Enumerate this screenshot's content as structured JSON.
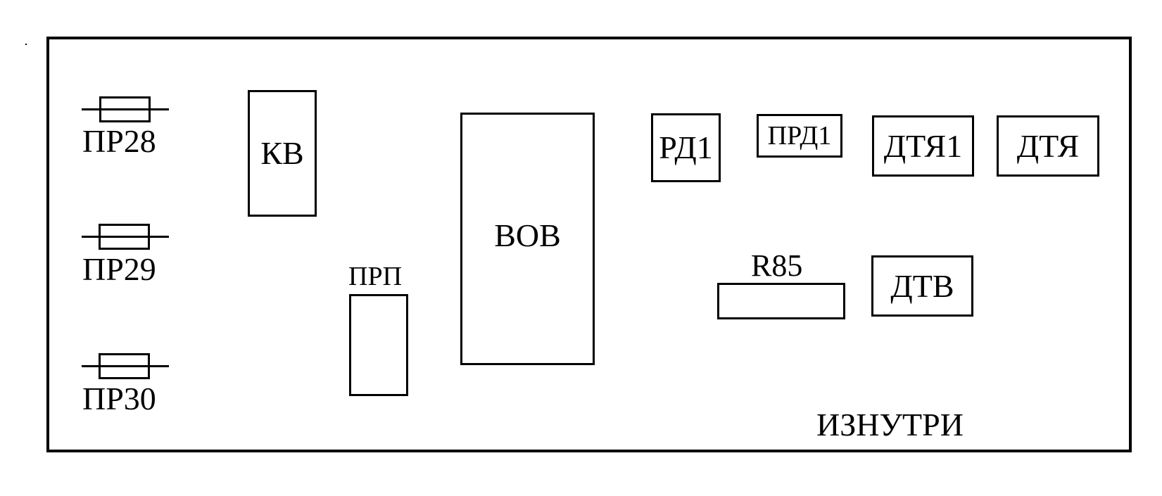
{
  "diagram": {
    "side_label": "ИЗНУТРИ",
    "fuses": [
      {
        "label": "ПР28"
      },
      {
        "label": "ПР29"
      },
      {
        "label": "ПР30"
      }
    ],
    "components": {
      "kv": "КВ",
      "prp": "ПРП",
      "vob": "ВОВ",
      "rd1": "РД1",
      "prd1": "ПРД1",
      "dtya1": "ДТЯ1",
      "dtya": "ДТЯ",
      "r85": "R85",
      "dtv": "ДТВ"
    }
  }
}
